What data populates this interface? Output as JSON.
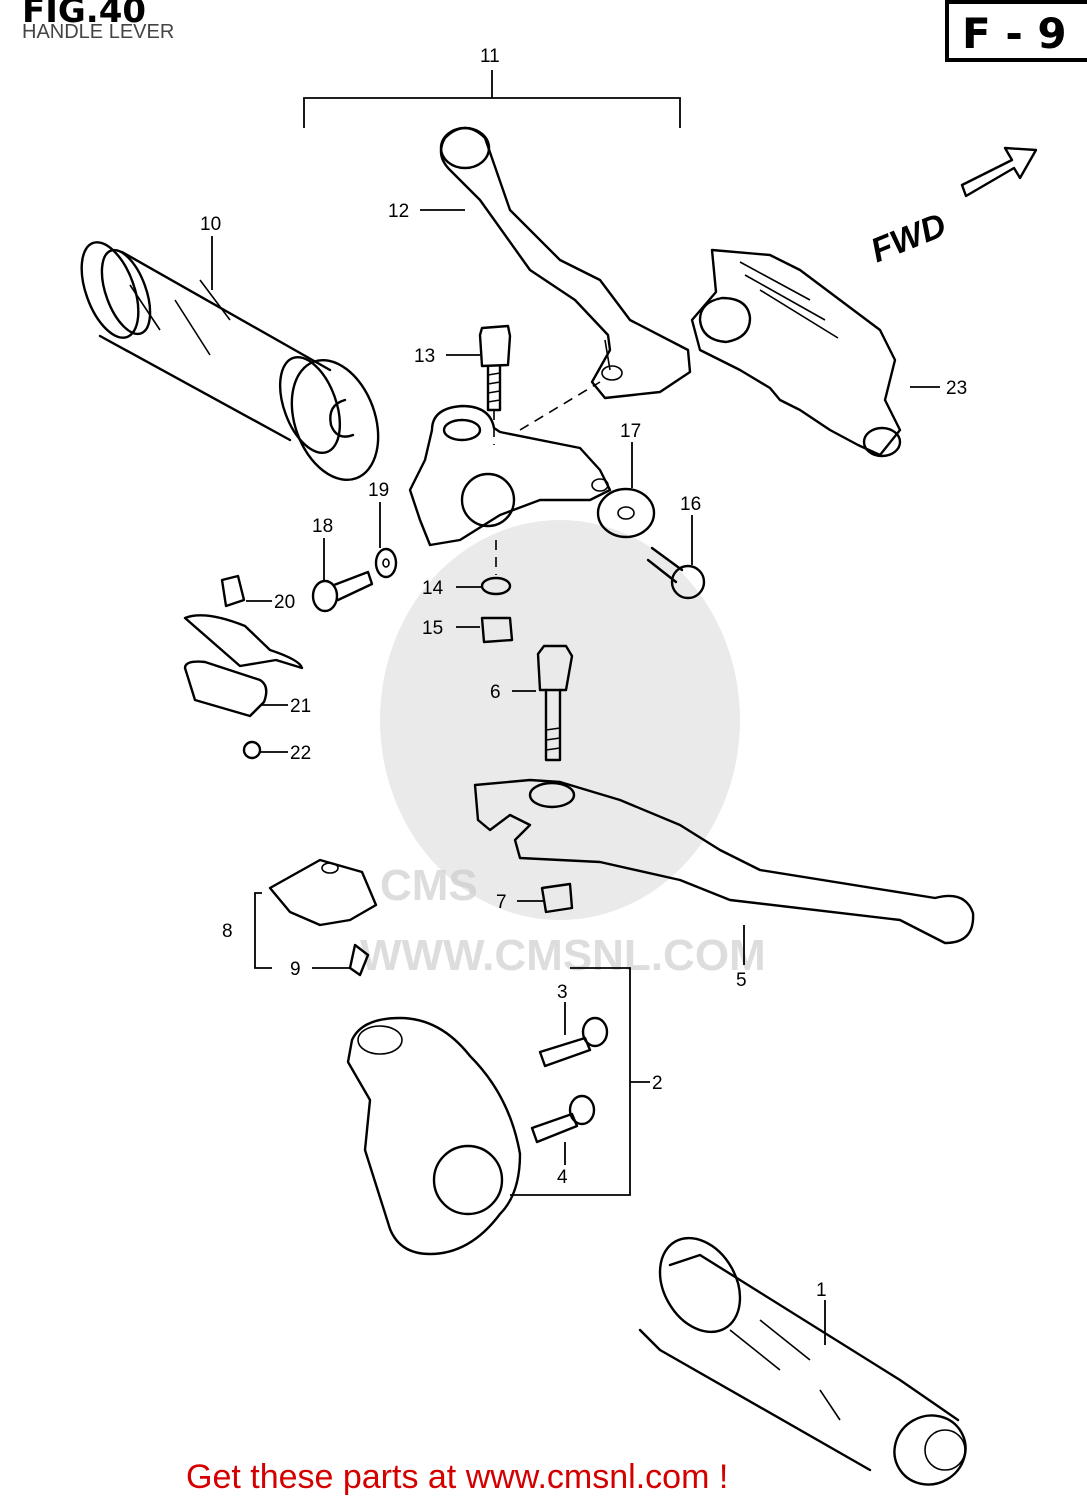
{
  "header": {
    "fig_label": "FIG.40",
    "subtitle": "HANDLE LEVER",
    "section_code": "F - 9"
  },
  "direction_label": "FWD",
  "watermark": {
    "text": "WWW.CMSNL.COM",
    "letters": "CMS"
  },
  "callouts": [
    "1",
    "2",
    "3",
    "4",
    "5",
    "6",
    "7",
    "8",
    "9",
    "10",
    "11",
    "12",
    "13",
    "14",
    "15",
    "16",
    "17",
    "18",
    "19",
    "20",
    "21",
    "22",
    "23"
  ],
  "footer": {
    "cta": "Get these parts at www.cmsnl.com !"
  },
  "colors": {
    "line": "#000000",
    "cta": "#d40000",
    "watermark": "#c8c8c8"
  }
}
